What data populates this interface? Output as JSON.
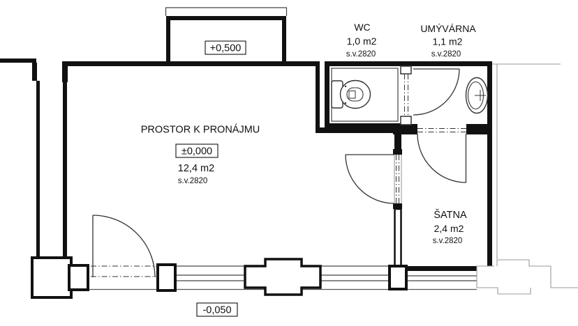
{
  "rooms": {
    "prostor": {
      "name": "PROSTOR K PRONÁJMU",
      "level": "±0,000",
      "area": "12,4 m2",
      "ceiling": "s.v.2820"
    },
    "wc": {
      "name": "WC",
      "area": "1,0 m2",
      "ceiling": "s.v.2820"
    },
    "umyvarna": {
      "name": "UMÝVÁRNA",
      "area": "1,1 m2",
      "ceiling": "s.v.2820"
    },
    "satna": {
      "name": "ŠATNA",
      "area": "2,4 m2",
      "ceiling": "s.v.2820"
    }
  },
  "levels": {
    "porch": "+0,500",
    "outside": "-0,050"
  },
  "icons": {
    "toilet": "toilet-icon",
    "washbasin": "sink-icon"
  },
  "colors": {
    "walls": "#111111",
    "thin_lines": "#444444",
    "context_lines": "#999999",
    "background": "#ffffff"
  }
}
